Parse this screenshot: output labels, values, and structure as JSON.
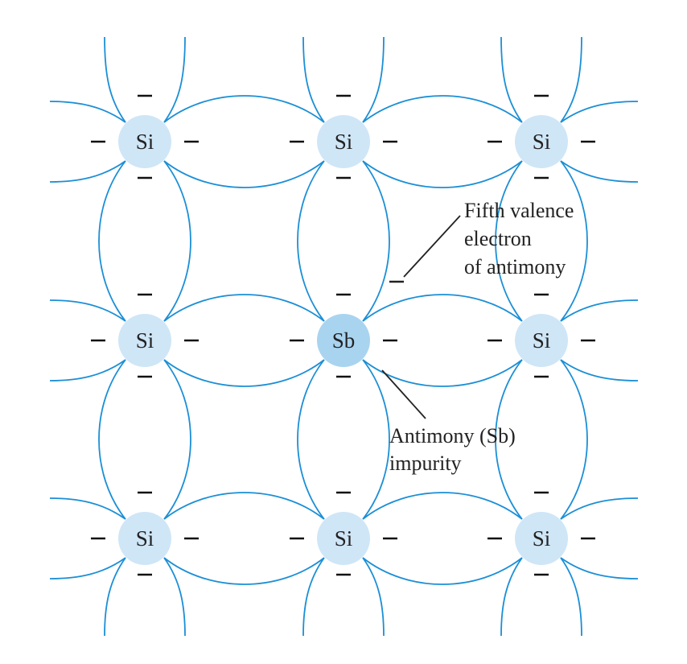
{
  "colors": {
    "bond": "#1b8fd6",
    "atom_fill": "#cfe6f7",
    "impurity_fill": "#a9d4f0",
    "electron": "#111111",
    "leader": "#222222"
  },
  "lattice": {
    "rows": [
      {
        "atoms": [
          {
            "label": "Si",
            "impurity": false
          },
          {
            "label": "Si",
            "impurity": false
          },
          {
            "label": "Si",
            "impurity": false
          }
        ]
      },
      {
        "atoms": [
          {
            "label": "Si",
            "impurity": false
          },
          {
            "label": "Sb",
            "impurity": true
          },
          {
            "label": "Si",
            "impurity": false
          }
        ]
      },
      {
        "atoms": [
          {
            "label": "Si",
            "impurity": false
          },
          {
            "label": "Si",
            "impurity": false
          },
          {
            "label": "Si",
            "impurity": false
          }
        ]
      }
    ]
  },
  "callouts": {
    "fifth_electron": {
      "lines": [
        "Fifth valence",
        "electron",
        "of antimony"
      ]
    },
    "impurity": {
      "lines": [
        "Antimony (Sb)",
        "impurity"
      ]
    }
  }
}
